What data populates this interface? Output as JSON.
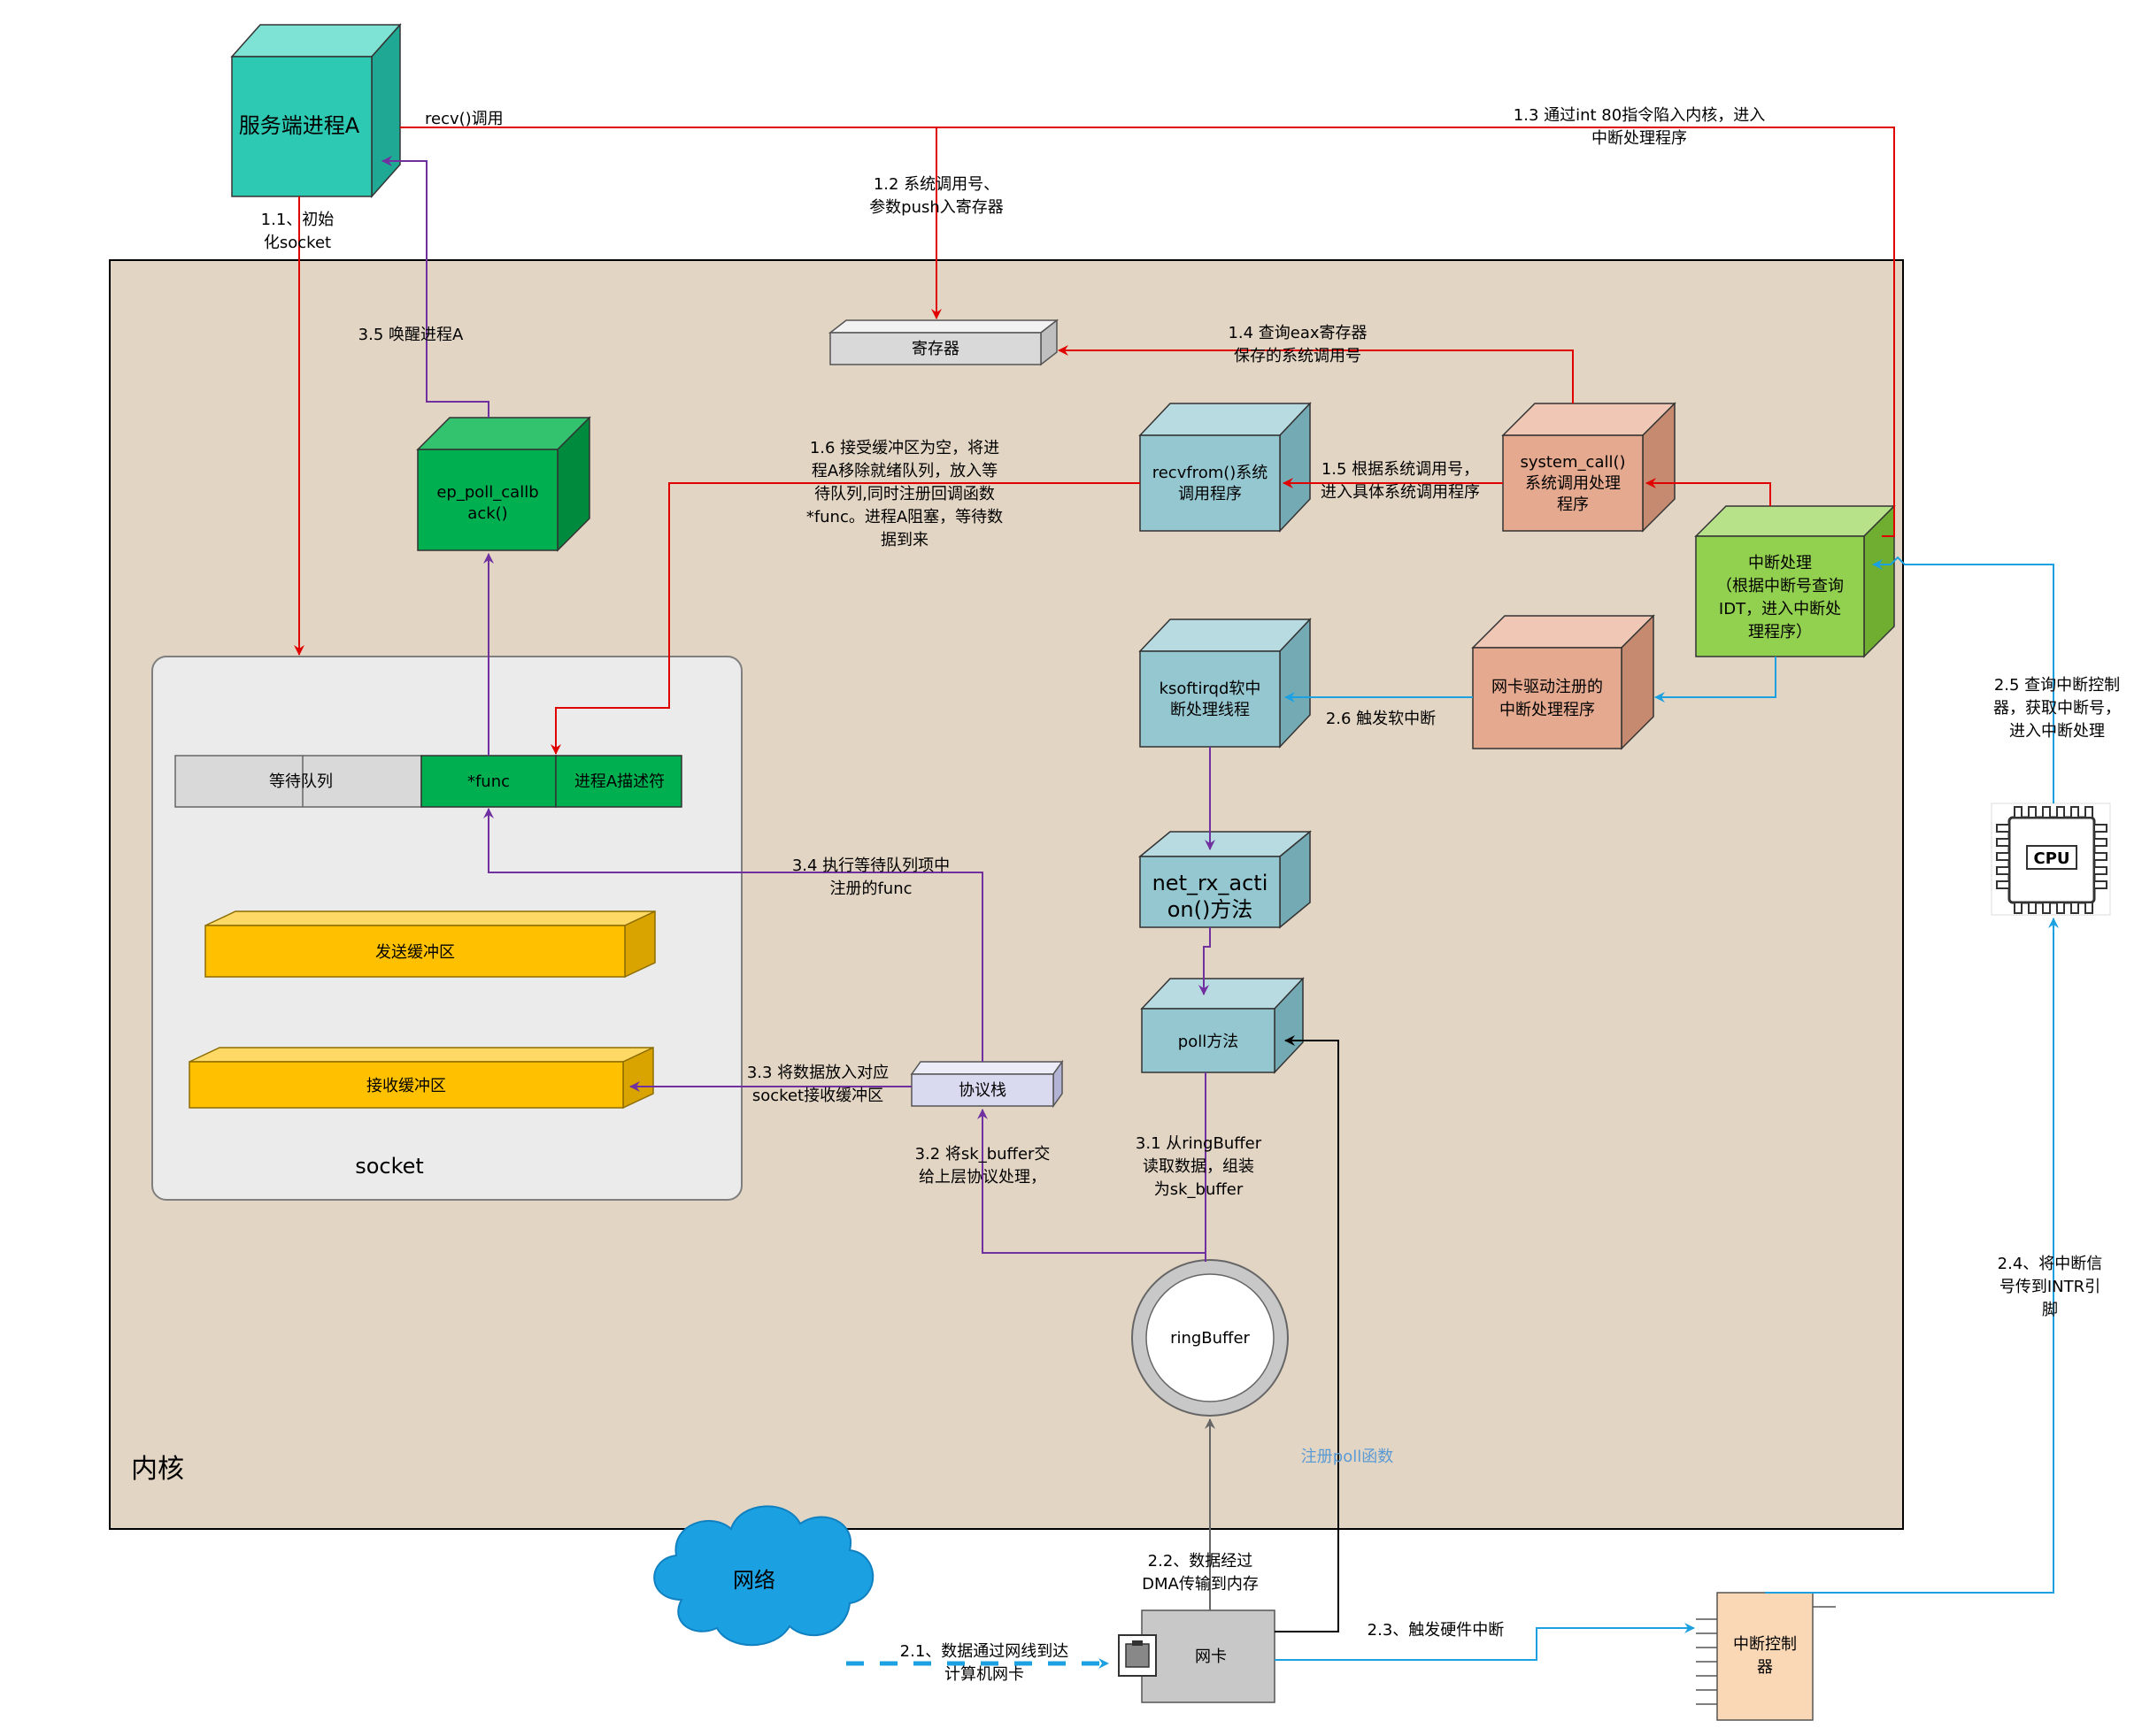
{
  "nodes": {
    "process_a": "服务端进程A",
    "register": "寄存器",
    "ep_poll_callback": [
      "ep_poll_callb",
      "ack()"
    ],
    "recvfrom": [
      "recvfrom()系统",
      "调用程序"
    ],
    "system_call": [
      "system_call()",
      "系统调用处理",
      "程序"
    ],
    "interrupt_handler": [
      "中断处理",
      "（根据中断号查询",
      "IDT，进入中断处",
      "理程序）"
    ],
    "ksoftirqd": [
      "ksoftirqd软中",
      "断处理线程"
    ],
    "nic_driver_handler": [
      "网卡驱动注册的",
      "中断处理程序"
    ],
    "net_rx_action": [
      "net_rx_acti",
      "on()方法"
    ],
    "poll_method": "poll方法",
    "protocol_stack": "协议栈",
    "ring_buffer": "ringBuffer",
    "nic": "网卡",
    "network": "网络",
    "interrupt_controller": [
      "中断控制",
      "器"
    ],
    "cpu": "CPU"
  },
  "socket": {
    "label": "socket",
    "wait_queue": "等待队列",
    "func": "*func",
    "process_descriptor": "进程A描述符",
    "send_buffer": "发送缓冲区",
    "recv_buffer": "接收缓冲区"
  },
  "kernel_label": "内核",
  "edge_labels": {
    "recv_call": "recv()调用",
    "step_1_1": [
      "1.1、初始",
      "化socket"
    ],
    "step_1_2": [
      "1.2 系统调用号、",
      "参数push入寄存器"
    ],
    "step_1_3": [
      "1.3 通过int 80指令陷入内核，进入",
      "中断处理程序"
    ],
    "step_1_4": [
      "1.4 查询eax寄存器",
      "保存的系统调用号"
    ],
    "step_1_5": [
      "1.5 根据系统调用号，",
      "进入具体系统调用程序"
    ],
    "step_1_6": [
      "1.6 接受缓冲区为空，将进",
      "程A移除就绪队列，放入等",
      "待队列,同时注册回调函数",
      "*func。进程A阻塞，等待数",
      "据到来"
    ],
    "step_2_1": [
      "2.1、数据通过网线到达",
      "计算机网卡"
    ],
    "step_2_2": [
      "2.2、数据经过",
      "DMA传输到内存"
    ],
    "step_2_3": "2.3、触发硬件中断",
    "step_2_4": [
      "2.4、将中断信",
      "号传到INTR引",
      "脚"
    ],
    "step_2_5": [
      "2.5 查询中断控制",
      "器，获取中断号，",
      "进入中断处理"
    ],
    "step_2_6": "2.6 触发软中断",
    "step_3_1": [
      "3.1 从ringBuffer",
      "读取数据，组装",
      "为sk_buffer"
    ],
    "step_3_2": [
      "3.2 将sk_buffer交",
      "给上层协议处理，"
    ],
    "step_3_3": [
      "3.3 将数据放入对应",
      "socket接收缓冲区"
    ],
    "step_3_4": [
      "3.4 执行等待队列项中",
      "注册的func"
    ],
    "step_3_5": "3.5 唤醒进程A",
    "register_poll": "注册poll函数"
  },
  "colors": {
    "kernel_bg": "#e3d5c3",
    "socket_bg": "#ebebeb",
    "teal": "#2ec9b3",
    "blue_box": "#95c7d0",
    "salmon": "#e4a98e",
    "green": "#00b050",
    "lime": "#92d050",
    "yellow": "#ffc000",
    "grey_box": "#c8c8c8",
    "lavender": "#d9d9f0",
    "red_arrow": "#e00000",
    "purple_arrow": "#7030a0",
    "blue_arrow": "#1ba1e2",
    "cloud": "#1ba1e2",
    "ic_box": "#fad7b5"
  }
}
